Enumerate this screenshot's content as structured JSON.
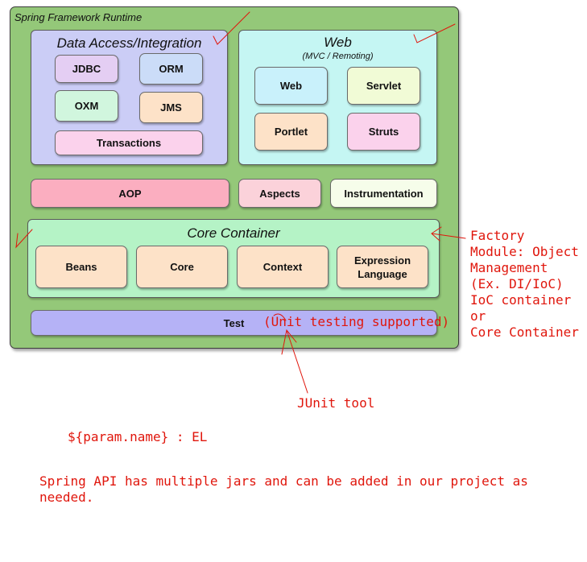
{
  "runtime_title": "Spring Framework Runtime",
  "data_access": {
    "title": "Data Access/Integration",
    "modules": {
      "jdbc": "JDBC",
      "orm": "ORM",
      "oxm": "OXM",
      "jms": "JMS",
      "transactions": "Transactions"
    }
  },
  "web": {
    "title": "Web",
    "subtitle": "(MVC / Remoting)",
    "modules": {
      "web": "Web",
      "servlet": "Servlet",
      "portlet": "Portlet",
      "struts": "Struts"
    }
  },
  "middle": {
    "aop": "AOP",
    "aspects": "Aspects",
    "instrumentation": "Instrumentation"
  },
  "core": {
    "title": "Core Container",
    "modules": {
      "beans": "Beans",
      "core": "Core",
      "context": "Context",
      "el": "Expression\nLanguage"
    }
  },
  "test": {
    "label": "Test"
  },
  "annotations": {
    "unit_testing": "(Unit testing supported)",
    "junit": "JUnit tool",
    "factory": "Factory\nModule: Object\nManagement\n(Ex. DI/IoC)\nIoC container\nor\nCore Container",
    "el_note": "${param.name} : EL",
    "jars_note": "Spring API has multiple jars and can be added in our project as\nneeded."
  },
  "colors": {
    "runtime_bg": "#94c879",
    "data_access_bg": "#cbcdf6",
    "web_bg": "#c5f6f3",
    "core_bg": "#b5f3c6",
    "test_bg": "#b5b2f6",
    "annotation": "#e0160c"
  }
}
